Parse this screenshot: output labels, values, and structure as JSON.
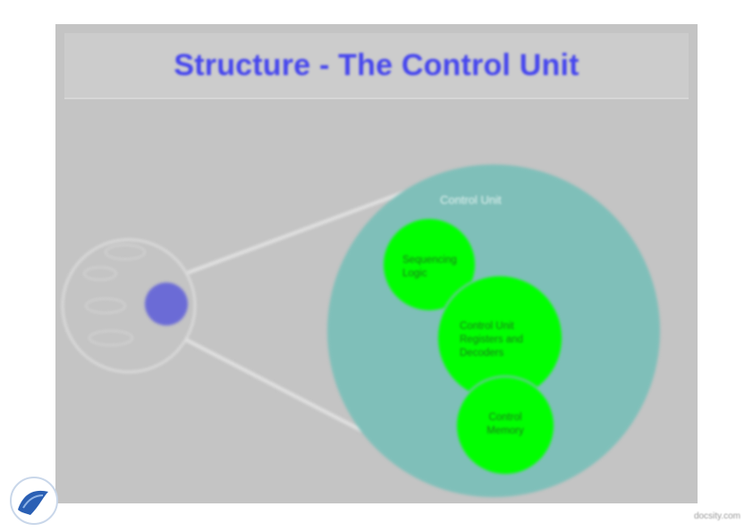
{
  "slide": {
    "title": "Structure - The Control Unit"
  },
  "diagram": {
    "control_unit_label": "Control Unit",
    "components": [
      {
        "label_lines": [
          "Sequencing",
          "Logic"
        ]
      },
      {
        "label_lines": [
          "Control Unit",
          "Registers and",
          "Decoders"
        ]
      },
      {
        "label_lines": [
          "Control",
          "Memory"
        ]
      }
    ]
  },
  "footer": {
    "watermark": "docsity.com"
  },
  "colors": {
    "slide_bg": "#c4c4c4",
    "title": "#4646ee",
    "control_unit_circle": "#7fbfb9",
    "component_circle": "#00ff00",
    "small_unit": "#6b6bd6"
  }
}
